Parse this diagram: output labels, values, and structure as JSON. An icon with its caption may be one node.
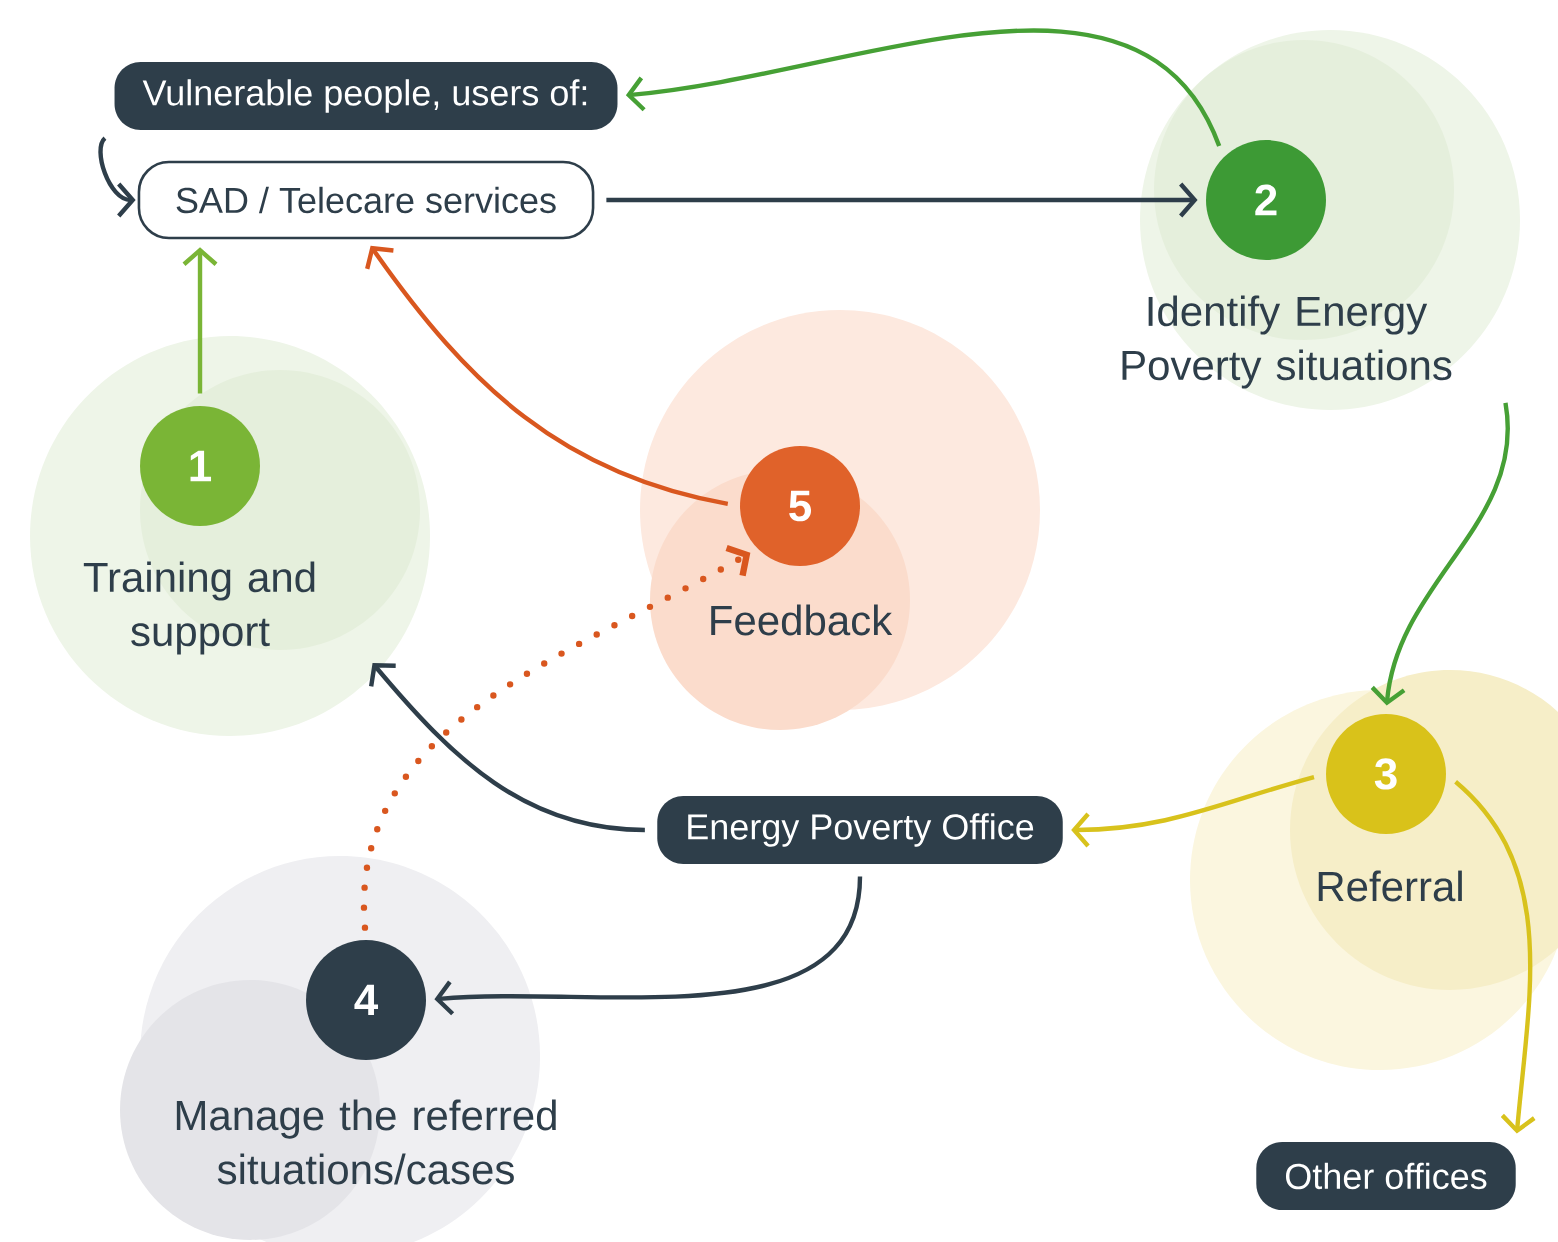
{
  "diagram": {
    "nodes": [
      {
        "text": [
          "Vulnerable people, users of:"
        ]
      },
      {
        "text": [
          "SAD / Telecare services"
        ]
      },
      {
        "text": [
          "2",
          "Identify Energy Poverty situations"
        ]
      },
      {
        "text": [
          "1",
          "Training and support"
        ]
      },
      {
        "text": [
          "5",
          "Feedback"
        ]
      },
      {
        "text": [
          "3",
          "Referral"
        ]
      },
      {
        "text": [
          "Energy Poverty Office"
        ]
      },
      {
        "text": [
          "4",
          "Manage the referred situations/cases"
        ]
      },
      {
        "text": [
          "Other offices"
        ]
      }
    ],
    "edges": [
      {
        "from": 0,
        "to": 1,
        "arrow": "to"
      },
      {
        "from": 3,
        "to": 1,
        "arrow": "to",
        "color": "#7ab536"
      },
      {
        "from": 1,
        "to": 2,
        "arrow": "to"
      },
      {
        "from": 2,
        "to": 0,
        "arrow": "to",
        "color": "#46a035"
      },
      {
        "from": 2,
        "to": 5,
        "arrow": "to",
        "color": "#46a035"
      },
      {
        "from": 5,
        "to": 6,
        "arrow": "to",
        "color": "#d8c21c"
      },
      {
        "from": 5,
        "to": 8,
        "arrow": "to",
        "color": "#d8c21c"
      },
      {
        "from": 6,
        "to": 3,
        "arrow": "to"
      },
      {
        "from": 6,
        "to": 7,
        "arrow": "to"
      },
      {
        "from": 7,
        "to": 4,
        "arrow": "to",
        "style": "dashed",
        "color": "#d9571f"
      },
      {
        "from": 4,
        "to": 1,
        "arrow": "to",
        "color": "#d9571f"
      }
    ]
  }
}
